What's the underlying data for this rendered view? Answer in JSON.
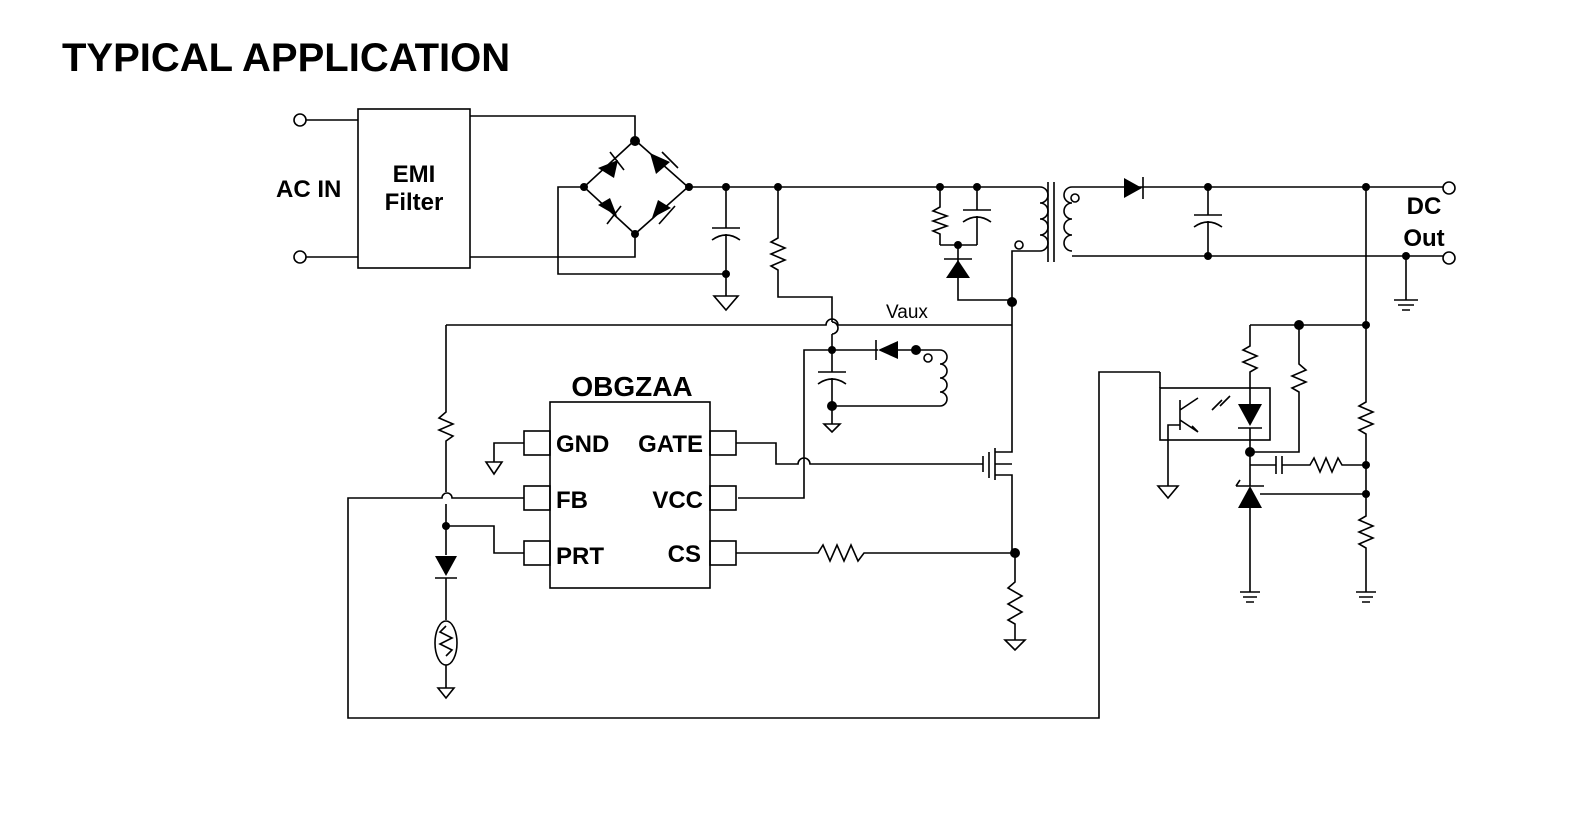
{
  "page": {
    "title": "TYPICAL APPLICATION"
  },
  "labels": {
    "ac_in": "AC IN",
    "emi_line1": "EMI",
    "emi_line2": "Filter",
    "dc_line1": "DC",
    "dc_line2": "Out",
    "vaux": "Vaux"
  },
  "ic": {
    "name": "OBGZAA",
    "pins": {
      "gnd": "GND",
      "fb": "FB",
      "prt": "PRT",
      "gate": "GATE",
      "vcc": "VCC",
      "cs": "CS"
    }
  },
  "colors": {
    "ink": "#000000",
    "background": "#ffffff"
  }
}
